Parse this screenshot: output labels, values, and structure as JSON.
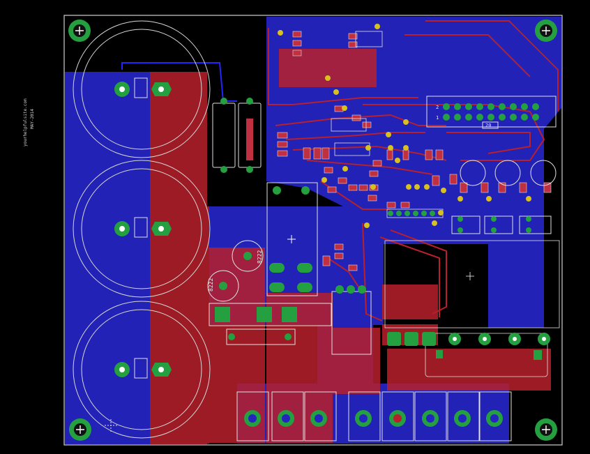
{
  "board": {
    "colors": {
      "background": "#000000",
      "bottom_copper": "#2424c0",
      "top_copper": "#b8202c",
      "pad": "#24a040",
      "via": "#d8c020",
      "silkscreen": "#e0e0e0",
      "smd": "#c03040"
    },
    "side_text_line1": "yourhelpfulsite.com",
    "side_text_line2": "MAY-2014",
    "cap_label_1": "8222",
    "cap_label_2": "8222",
    "header_pin_label_2": "2",
    "header_pin_label_1": "1",
    "header_pin_label_20": "20"
  }
}
